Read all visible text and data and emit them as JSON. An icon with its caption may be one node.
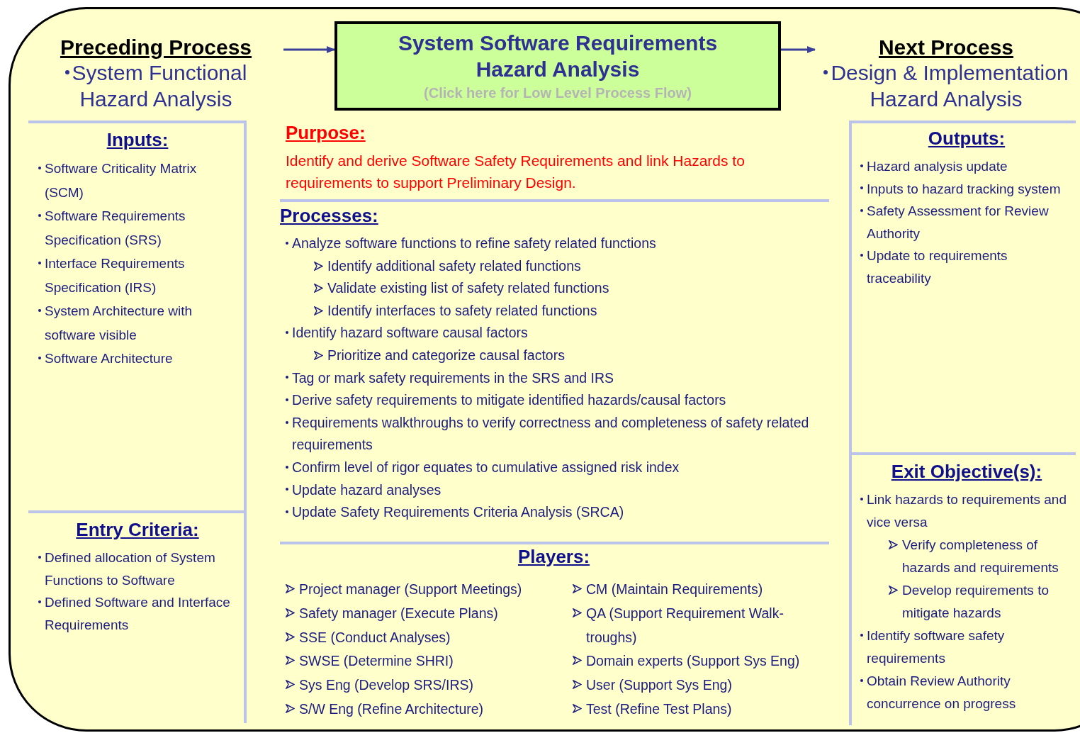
{
  "diagram": {
    "nodes": [
      {
        "text": [
          "Preceding Process",
          "System Functional Hazard Analysis"
        ]
      },
      {
        "text": [
          "System Software Requirements Hazard Analysis",
          "(Click here for Low Level Process Flow)"
        ]
      },
      {
        "text": [
          "Next Process",
          "Design & Implementation Hazard Analysis"
        ]
      },
      {
        "text": [
          "Inputs:",
          "Software Criticality Matrix (SCM)",
          "Software Requirements Specification (SRS)",
          "Interface Requirements Specification (IRS)",
          "System Architecture with software visible",
          "Software Architecture"
        ]
      },
      {
        "text": [
          "Entry Criteria:",
          "Defined allocation of System Functions to Software",
          "Defined Software and Interface Requirements"
        ]
      },
      {
        "text": [
          "Purpose:",
          "Identify and derive Software Safety Requirements and link Hazards to requirements to support Preliminary Design."
        ]
      },
      {
        "text": [
          "Processes:",
          "Analyze software functions to refine safety related functions",
          "Identify additional safety related functions",
          "Validate existing list of safety related functions",
          "Identify interfaces to safety related functions",
          "Identify hazard software causal factors",
          "Prioritize and categorize causal factors",
          "Tag or mark safety requirements in the SRS and IRS",
          "Derive safety requirements to mitigate identified hazards/causal factors",
          "Requirements walkthroughs to verify correctness and completeness of safety related requirements",
          "Confirm level of rigor equates to cumulative assigned risk index",
          "Update hazard analyses",
          "Update Safety Requirements Criteria Analysis (SRCA)"
        ]
      },
      {
        "text": [
          "Players:",
          "Project manager (Support Meetings)",
          "Safety manager (Execute Plans)",
          "SSE (Conduct Analyses)",
          "SWSE (Determine SHRI)",
          "Sys Eng (Develop SRS/IRS)",
          "S/W Eng (Refine Architecture)",
          "CM (Maintain Requirements)",
          "QA (Support Requirement Walk-troughs)",
          "Domain experts (Support Sys Eng)",
          "User (Support Sys Eng)",
          "Test (Refine Test Plans)"
        ]
      },
      {
        "text": [
          "Outputs:",
          "Hazard analysis update",
          "Inputs to hazard tracking system",
          "Safety Assessment for Review Authority",
          "Update to requirements traceability"
        ]
      },
      {
        "text": [
          "Exit Objective(s):",
          "Link hazards to requirements and vice versa",
          "Verify completeness of hazards and requirements",
          "Develop requirements to mitigate hazards",
          "Identify software safety requirements",
          "Obtain Review Authority concurrence on progress"
        ]
      }
    ],
    "edges": [
      {
        "from": 0,
        "to": 1,
        "arrow": "to"
      },
      {
        "from": 1,
        "to": 2,
        "arrow": "to"
      }
    ]
  }
}
